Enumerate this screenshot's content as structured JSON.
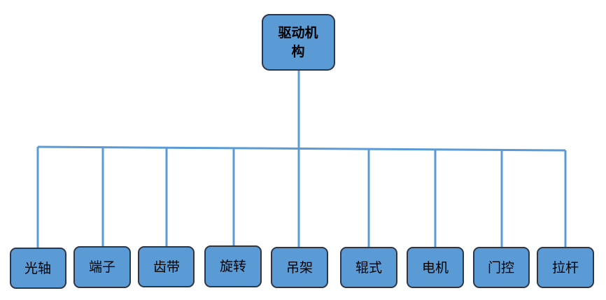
{
  "root": {
    "label_line1": "驱动机",
    "label_line2": "构"
  },
  "children": [
    {
      "label": "光轴"
    },
    {
      "label": "端子"
    },
    {
      "label": "齿带"
    },
    {
      "label": "旋转"
    },
    {
      "label": "吊架"
    },
    {
      "label": "辊式"
    },
    {
      "label": "电机"
    },
    {
      "label": "门控"
    },
    {
      "label": "拉杆"
    }
  ],
  "colors": {
    "node_fill": "#5b9bd5",
    "node_border": "#2f3542",
    "connector": "#5b9bd5"
  }
}
